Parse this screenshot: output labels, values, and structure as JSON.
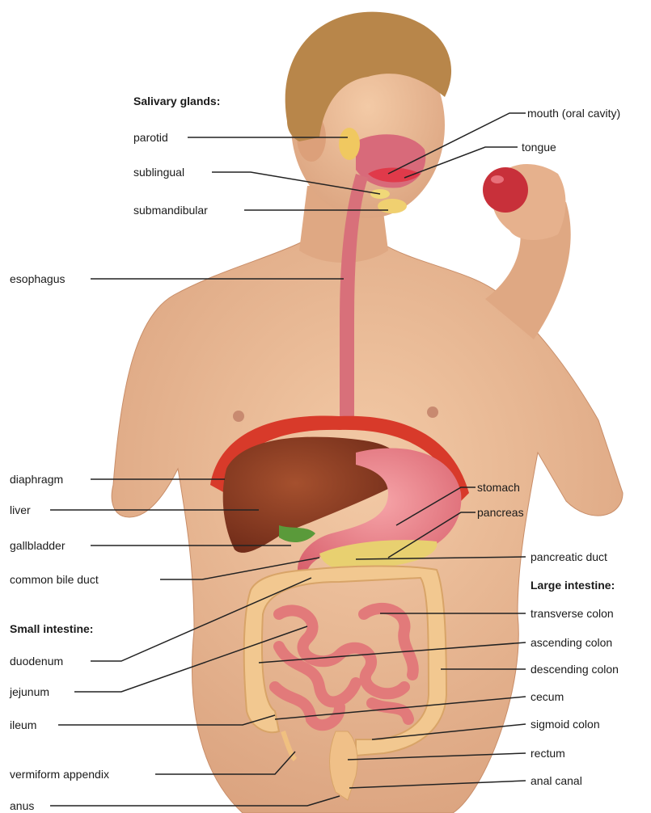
{
  "headings": {
    "salivary_glands": "Salivary glands:",
    "small_intestine": "Small intestine:",
    "large_intestine": "Large intestine:"
  },
  "labels": {
    "parotid": "parotid",
    "sublingual": "sublingual",
    "submandibular": "submandibular",
    "esophagus": "esophagus",
    "diaphragm": "diaphragm",
    "liver": "liver",
    "gallbladder": "gallbladder",
    "common_bile_duct": "common bile duct",
    "duodenum": "duodenum",
    "jejunum": "jejunum",
    "ileum": "ileum",
    "vermiform_appendix": "vermiform appendix",
    "anus": "anus",
    "mouth": "mouth (oral cavity)",
    "tongue": "tongue",
    "stomach": "stomach",
    "pancreas": "pancreas",
    "pancreatic_duct": "pancreatic duct",
    "transverse_colon": "transverse colon",
    "ascending_colon": "ascending colon",
    "descending_colon": "descending colon",
    "cecum": "cecum",
    "sigmoid_colon": "sigmoid colon",
    "rectum": "rectum",
    "anal_canal": "anal canal"
  },
  "colors": {
    "skin": "#e8b894",
    "skin_shadow": "#d49c78",
    "hair": "#b8864a",
    "liver": "#8a3a22",
    "stomach": "#e8808a",
    "diaphragm": "#d83a2a",
    "intestine": "#e27a7a",
    "colon": "#f2c890",
    "pancreas": "#e8d070",
    "gallbladder": "#5a9a3a",
    "esophagus": "#d8707a",
    "apple": "#c8303a",
    "leader_line": "#222222"
  }
}
